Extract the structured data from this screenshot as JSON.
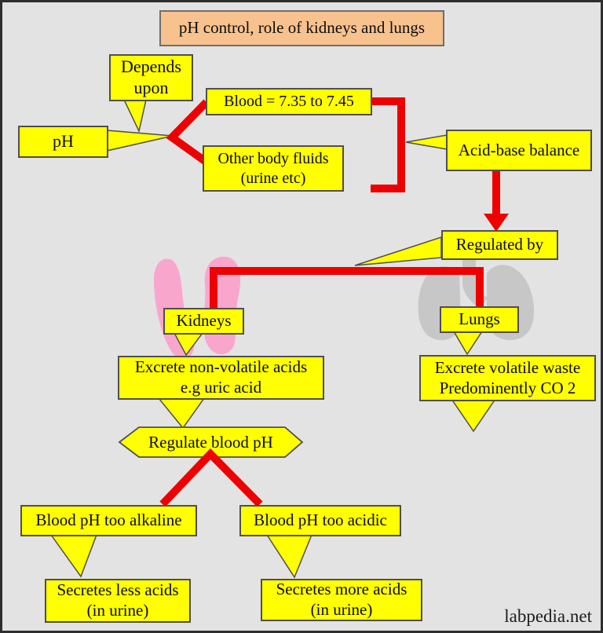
{
  "colors": {
    "box-yellow": "#ffff00",
    "accent-red": "#ee0000",
    "title-peach": "#f8c28e",
    "kidney-pink": "#f9a6cc",
    "lung-gray": "#c7c7c7",
    "bg-gray": "#e3e3e3",
    "line-dark": "#4f4f4f",
    "text-dark": "#0d0d0d"
  },
  "title": {
    "text": "pH control, role of kidneys and lungs"
  },
  "nodes": {
    "depends_upon": {
      "line1": "Depends",
      "line2": "upon"
    },
    "ph": {
      "text": "pH"
    },
    "blood": {
      "text": "Blood = 7.35 to 7.45"
    },
    "other_fluids": {
      "line1": "Other body fluids",
      "line2": "(urine etc)"
    },
    "acid_base": {
      "text": "Acid-base balance"
    },
    "regulated_by": {
      "text": "Regulated by"
    },
    "kidneys": {
      "text": "Kidneys"
    },
    "lungs": {
      "text": "Lungs"
    },
    "excrete_nonvolatile": {
      "line1": "Excrete non-volatile acids",
      "line2": "e.g uric acid"
    },
    "excrete_volatile": {
      "line1": "Excrete volatile waste",
      "line2": "Predominently CO 2"
    },
    "regulate": {
      "text": "Regulate blood pH"
    },
    "alkaline": {
      "text": "Blood pH too alkaline"
    },
    "acidic": {
      "text": "Blood pH too acidic"
    },
    "secretes_less": {
      "line1": "Secretes less acids",
      "line2": "(in urine)"
    },
    "secretes_more": {
      "line1": "Secretes more acids",
      "line2": "(in urine)"
    }
  },
  "watermark": {
    "text": "labpedia.net"
  },
  "illustrations": {
    "kidneys_icon": "pink paired kidneys silhouette",
    "lungs_icon": "gray lungs with trachea silhouette"
  }
}
